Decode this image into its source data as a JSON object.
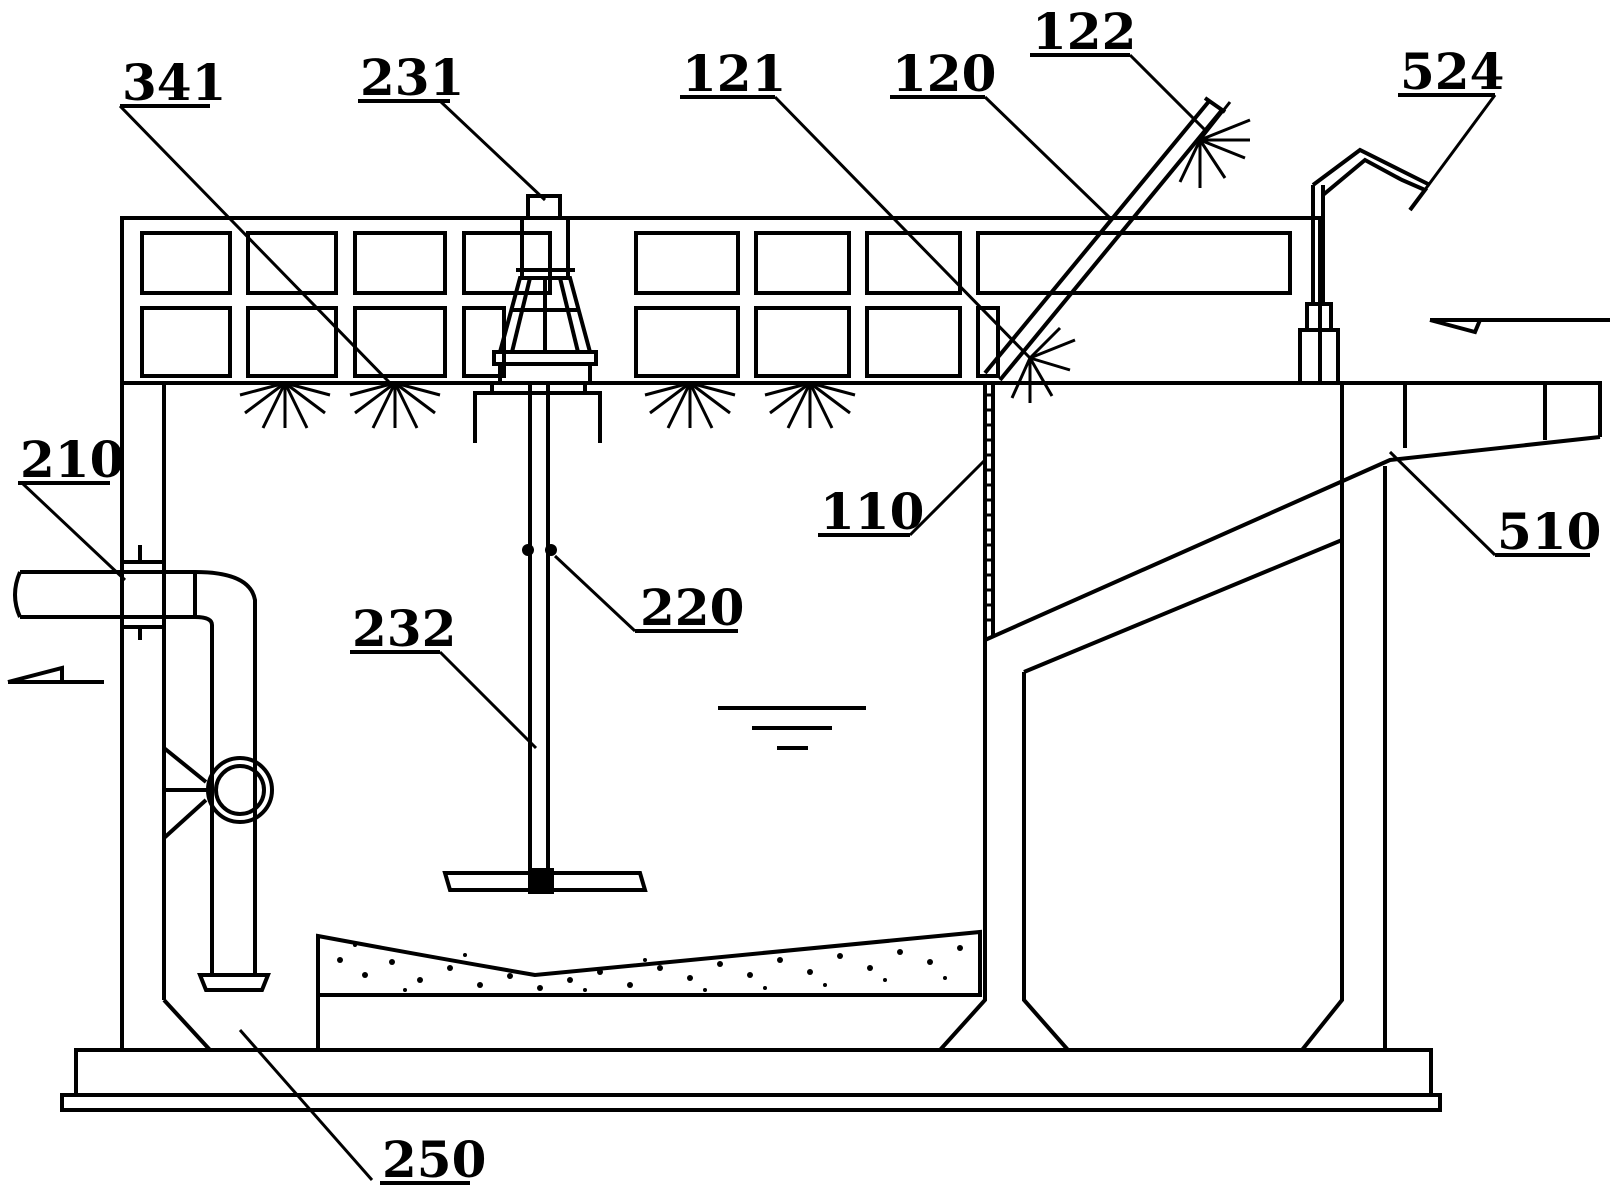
{
  "colors": {
    "ink": "#000000",
    "background": "#ffffff"
  },
  "labels": {
    "l341": "341",
    "l231": "231",
    "l121": "121",
    "l120": "120",
    "l122": "122",
    "l524": "524",
    "l210": "210",
    "l110": "110",
    "l510": "510",
    "l220": "220",
    "l232": "232",
    "l250": "250"
  }
}
